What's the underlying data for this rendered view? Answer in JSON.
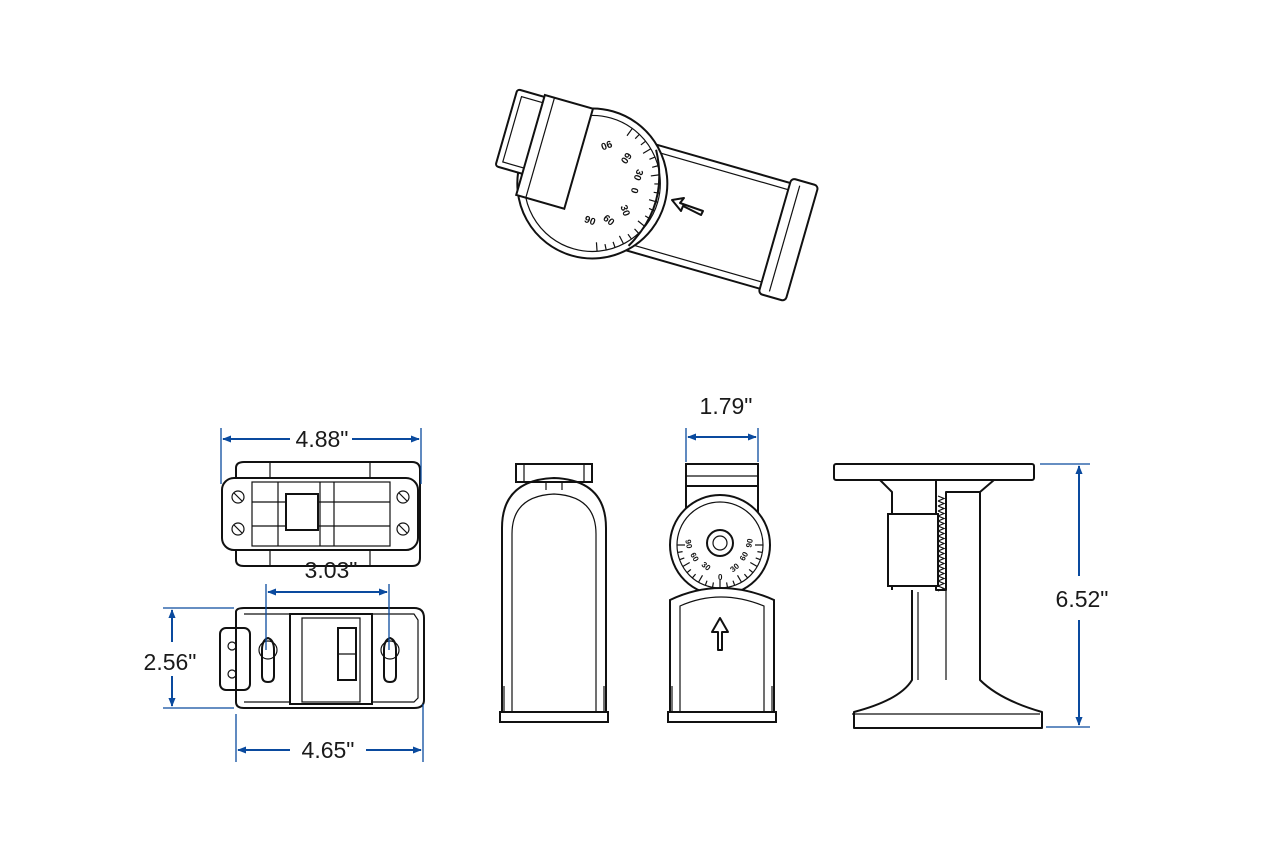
{
  "dimensions": {
    "top_width": "4.88\"",
    "inner_width": "3.03\"",
    "base_height": "2.56\"",
    "base_width": "4.65\"",
    "front_width": "1.79\"",
    "side_height": "6.52\""
  },
  "dial_scale": {
    "labels": [
      "90",
      "60",
      "30",
      "0",
      "30",
      "60",
      "90"
    ]
  },
  "colors": {
    "dimension_line": "#0a4a9e",
    "outline": "#111111",
    "background": "#ffffff"
  }
}
